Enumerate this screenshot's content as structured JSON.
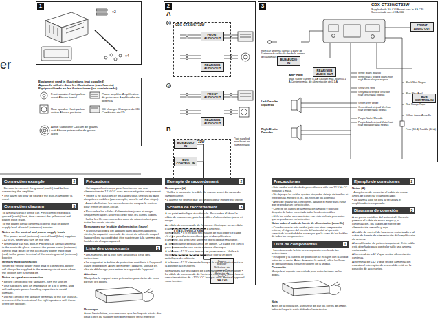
{
  "diagram": {
    "nodes": [
      {
        "text": [
          "1"
        ]
      },
      {
        "text": [
          "Equipment used in illustrations (not supplied)",
          "Appareils utilisés dans les illustrations (non fournis)",
          "Equipo utilizado en las ilustraciones (no suministrado)"
        ]
      },
      {
        "text": [
          "2"
        ]
      },
      {
        "text": [
          "CDX-GT330/GT33W"
        ],
        "in": 2
      },
      {
        "text": [
          "FRONT AUDIO OUT"
        ],
        "in": 3
      },
      {
        "text": [
          "REAR/SUB AUDIO OUT"
        ],
        "in": 3
      },
      {
        "text": [
          "CDX-GT330/GT33W"
        ],
        "in": 2
      },
      {
        "text": [
          "FRONT AUDIO OUT"
        ],
        "in": 6
      },
      {
        "text": [
          "REAR/SUB AUDIO OUT"
        ],
        "in": 6
      },
      {
        "text": [
          "CDX-GT330/GT33W"
        ],
        "in": 2
      },
      {
        "text": [
          "BUS AUDIO IN"
        ],
        "in": 9
      },
      {
        "text": [
          "BUS CONTROL IN"
        ],
        "in": 9
      },
      {
        "text": [
          "Source selector* Sélecteur de source* Selector de fuente*",
          "XA-C40"
        ],
        "in": 2
      },
      {
        "text": [
          "3"
        ]
      },
      {
        "text": [
          "FRONT AUDIO OUT"
        ],
        "in": 13
      },
      {
        "text": [
          "REAR/SUB AUDIO OUT"
        ],
        "in": 13
      },
      {
        "text": [
          "BUS AUDIO IN"
        ],
        "in": 13
      },
      {
        "text": [
          "BUS CONTROL IN"
        ],
        "in": 13
      },
      {
        "text": [
          "Connection example",
          "2"
        ]
      },
      {
        "text": [
          "Connection diagram",
          "3"
        ]
      },
      {
        "text": [
          "Précautions"
        ]
      },
      {
        "text": [
          "Liste des composants",
          "1"
        ]
      },
      {
        "text": [
          "Exemple de raccordement",
          "2"
        ]
      },
      {
        "text": [
          "Schéma de raccordement",
          "3"
        ]
      },
      {
        "text": [
          "Precauciones"
        ]
      },
      {
        "text": [
          "Lista de componentes",
          "1"
        ]
      },
      {
        "text": [
          "Ejemplo de conexiones",
          "2"
        ]
      },
      {
        "text": [
          "Diagrama de conexión",
          "3"
        ]
      }
    ],
    "edges": [
      {
        "from": 12,
        "to": 10,
        "arrow": "none"
      },
      {
        "from": 12,
        "to": 11,
        "arrow": "none"
      }
    ],
    "labels": [
      "er",
      "×2",
      "×4",
      "Front speaker Haut-parleur avant Altavoz frontal",
      "Power amplifier Amplificateur de puissance Amplificador de potencia",
      "Rear speaker Haut-parleur arrière Altavoz posterior",
      "CD changer Changeur de CD Cambiador de CD",
      "Active subwoofer Caisson de graves actif Altavoz potenciador de graves activo",
      "A",
      "a",
      "b",
      "B",
      "*not supplied non fourni no suministrado",
      "CDX-GT330/GT33W",
      "Supplied with XA-C40 Fourni avec le XA-C40 Suministrado con el XA-C40",
      "from car antenna (aerial) à partir de l'antenne du véhicule desde la antena del automóvil",
      "AMP REM",
      "Max. supply current 0.1 A Courant max. fourni 0,1 A Corriente máx. de alimentación de 0,1 A",
      "Left Gauche Izquierdo",
      "Right Droite Derecho",
      "Fuse (10 A) Fusible (10 A)",
      "White Blanc Blanco",
      "White/black striped Blanc/noir rayé Blanco/rayas negras",
      "Grey Gris Gris",
      "Grey/black striped Gris/noir rayé Gris/rayas negras",
      "Green Vert Verde",
      "Green/black striped Vert/noir rayé Verde/rayas negras",
      "Purple Violet Morado",
      "Purple/black striped Violet/noir rayé Morado/rayas negras",
      "Black Noir Negro",
      "Blue Bleu Azul",
      "Red Rouge Rojo",
      "Yellow Jaune Amarillo",
      "• Be sure to connect the ground (earth) lead before connecting the amplifier.",
      "• The alarm will only be heard if the built-in amplifier is used.",
      "To a metal surface of the car. First connect the black ground (earth) lead, then connect the yellow and red power input leads.",
      "To the power aerial (antenna) control lead or power supply lead of aerial (antenna) booster.",
      "Notes on the control and power supply leads",
      "• The power aerial (antenna) control lead (blue) supplies +12 V DC when you turn on the unit.",
      "• When your car has built-in FM/MW/LW aerial (antenna) in the rear/side glass, connect the power aerial (antenna) control lead (blue) or the accessory power input lead (red) to the power terminal of the existing aerial (antenna) booster.",
      "Memory hold connection",
      "When the yellow power input lead is connected, power will always be supplied to the memory circuit even when the ignition key is turned off.",
      "Notes on speaker connection",
      "• Before connecting the speakers, turn the unit off.",
      "• Use speakers with an impedance of 4 to 8 ohms, and with adequate power handling capacities to avoid damage.",
      "• Do not connect the speaker terminals to the car chassis, or connect the terminals of the right speakers with those of the left speaker.",
      "• Cet appareil est conçu pour fonctionner sur une alimentation de 12 V CC avec masse négative uniquement.",
      "• Veillez à ne pas coincer les câbles sous une vis ou dans des pièces mobiles (par exemple, sous le rail d'un siège).",
      "• Avant d'effectuer les raccordements, coupez le moteur pour éviter un court-circuit.",
      "• Raccordez les câbles d'alimentation jaune et rouge uniquement après avoir raccordé tous les autres câbles.",
      "• Isolez les fils non raccordés avec du ruban isolant pour éviter les courts-circuits.",
      "Remarques sur le câble d'alimentation (jaune)",
      "• Si vous raccordez cet appareil avec d'autres appareils stéréo, la capacité nominale du circuit du véhicule auquel l'appareil est raccordé doit être supérieure à la somme des fusibles de chaque appareil.",
      "• Les numéros de la liste sont associés à ceux des instructions.",
      "• Le support et le boîtier de protection sont fixés à l'appareil avant l'expédition. Avant de monter l'appareil, utilisez les clés de déblocage pour retirer le support de l'appareil.",
      "Attention",
      "Manipulez le support avec précaution pour éviter de vous blesser les doigts.",
      "Remarque",
      "Avant l'installation, assurez-vous que les loquets situés des deux côtés du support sont bien repliés vers l'intérieur.",
      "Remarques (A)",
      "• Veillez à raccorder le câble de masse avant de raccorder l'amplificateur.",
      "• L'alarme ne retentit que si l'amplificateur intégré est utilisé.",
      "À un point métallique du véhicule. Raccordez d'abord le câble de masse noir, puis les câbles d'alimentation jaune et rouge.",
      "Au câble de commande de l'antenne électrique ou au câble d'alimentation de l'amplificateur d'antenne.",
      "Remarques • Il n'est pas nécessaire de raccorder ce câble s'il n'y a pas d'antenne électrique ni d'amplificateur d'antenne, ou avec une antenne télescopique manuelle.",
      "À l'amplificateur de puissance en option. Ce câble est conçu pour commander une seule antenne électrique.",
      "À la borne +12 V sous tension en permanence. Veillez à raccorder d'abord le câble de masse noir à un point métallique du véhicule.",
      "À la borne +12 V alimentée lorsque la clé de contact est sur la position accessoires.",
      "Remarques sur les câbles de commande et d'alimentation • Le câble de commande de l'antenne électrique (bleu) fournit une alimentation de +12 V CC lorsque vous mettez l'appareil sous tension.",
      "• Esta unidad está diseñada para utilizarse sólo con 12 V de CC negativo a masa.",
      "• No deje que los cables queden atrapados debajo de tornillos ni entre piezas móviles (p. ej., los rieles de los asientos).",
      "• Antes de realizar las conexiones, apague el motor para evitar que se produzcan cortocircuitos.",
      "• Conecte los cables de alimentación amarillo y rojo sólo después de haber conectado todos los demás cables.",
      "• Aísle los cables no conectados con cinta aislante para evitar que se produzcan cortocircuitos.",
      "Notas sobre el cable de fuente de alimentación (amarillo)",
      "• Cuando conecte esta unidad junto con otros componentes estéreo, el régimen del circuito del automóvil al que está conectada la unidad debe ser mayor que la suma de los fusibles de todos los componentes.",
      "• Los números de la lista se corresponden con los de las instrucciones.",
      "• El soporte y la cubierta de protección se incluyen con la unidad antes de su envío. Antes de montar la unidad, utilice las llaves de liberación para extraer el soporte de la unidad.",
      "Precaución",
      "Manipule el soporte con cuidado para evitar lesiones en los dedos.",
      "Nota",
      "Antes de la instalación, asegúrese de que los cierres de ambos lados del soporte estén doblados hacia dentro.",
      "Notas (A)",
      "• Asegúrese de conectar el cable de masa antes de conectar el amplificador.",
      "• La alarma sólo se oirá si se utiliza el amplificador incorporado.",
      "A un punto metálico del automóvil. Conecte primero el cable de masa negro y, a continuación, los cables de fuente de alimentación amarillo y rojo.",
      "Al cable de control de la antena motorizada o al cable de fuente de alimentación del amplificador de antena.",
      "Al amplificador de potencia opcional. Este cable está diseñado para controlar sólo una antena motorizada.",
      "Al terminal de +12 V que recibe alimentación continua.",
      "Al terminal de +12 V que recibe alimentación cuando el interruptor de encendido está en la posición de accesorios."
    ]
  }
}
